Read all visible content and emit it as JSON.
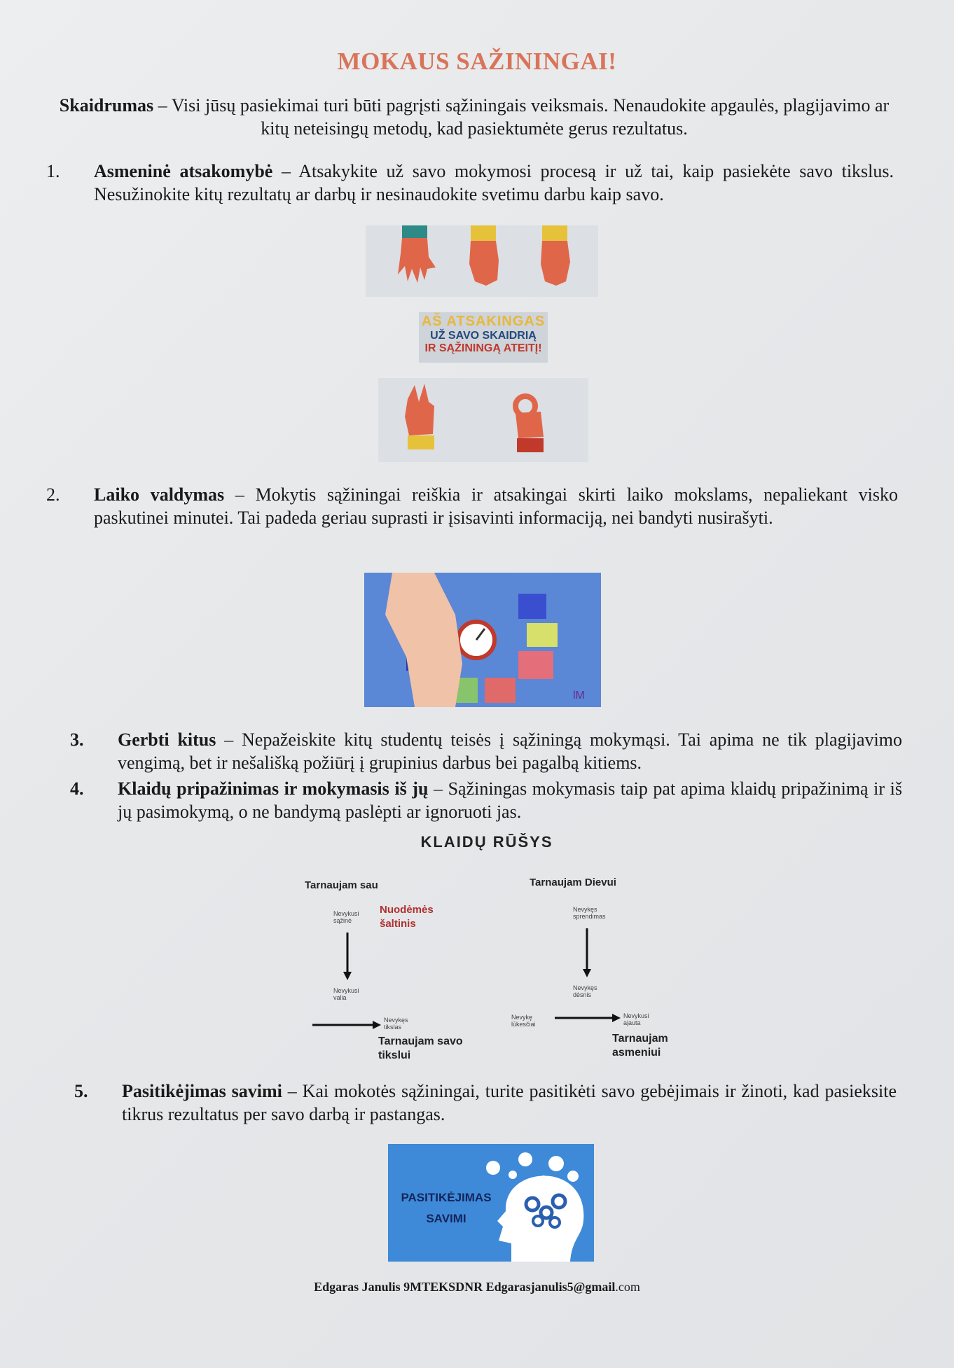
{
  "title": "MOKAUS SAŽININGAI!",
  "intro": {
    "term": "Skaidrumas",
    "text": " – Visi jūsų pasiekimai turi būti pagrįsti sąžiningais veiksmais. Nenaudokite apgaulės, plagijavimo ar kitų neteisingų metodų, kad pasiektumėte gerus rezultatus."
  },
  "items": [
    {
      "num": "1.",
      "term": "Asmeninė atsakomybė",
      "text": " – Atsakykite už savo mokymosi procesą ir už tai, kaip pasiekėte savo tikslus. Nesužinokite kitų rezultatų ar darbų ir nesinaudokite svetimu darbu kaip savo."
    },
    {
      "num": "2.",
      "term": "Laiko valdymas",
      "text": " – Mokytis sąžiningai reiškia ir atsakingai skirti laiko mokslams, nepaliekant visko paskutinei minutei. Tai padeda geriau suprasti ir įsisavinti informaciją, nei bandyti nusirašyti."
    },
    {
      "num": "3.",
      "term": "Gerbti kitus",
      "text": " – Nepažeiskite kitų studentų teisės į sąžiningą mokymąsi. Tai apima ne tik plagijavimo vengimą, bet ir nešališką požiūrį į grupinius darbus bei pagalbą kitiems."
    },
    {
      "num": "4.",
      "term": "Klaidų pripažinimas ir mokymasis iš jų",
      "text": " – Sąžiningas mokymasis taip pat apima klaidų pripažinimą ir iš jų pasimokymą, o ne bandymą paslėpti ar ignoruoti jas."
    },
    {
      "num": "5.",
      "term": "Pasitikėjimas savimi",
      "text": " – Kai mokotės sąžiningai, turite pasitikėti savo gebėjimais ir žinoti, kad pasieksite tikrus rezultatus per savo darbą ir pastangas."
    }
  ],
  "badge": {
    "line1": "AŠ ATSAKINGAS",
    "line2": "UŽ SAVO SKAIDRIĄ",
    "line3": "IR SĄŽININGĄ ATEITĮ!"
  },
  "diagram": {
    "title": "KLAIDŲ RŪŠYS",
    "left_title": "Tarnaujam sau",
    "right_title": "Tarnaujam Dievui",
    "left_top": "Nevykusi sąžinė",
    "left_red": "Nuodėmės šaltinis",
    "left_mid": "Nevykusi valia",
    "left_arrow_end": "Nevykęs tikslas",
    "left_bottom": "Tarnaujam savo tikslui",
    "right_top": "Nevykęs sprendimas",
    "right_mid": "Nevykęs dėsnis",
    "right_arrow_start": "Nevykę lūkesčiai",
    "right_arrow_end": "Nevykusi aįauta",
    "right_bottom": "Tarnaujam asmeniui"
  },
  "confidence_image": {
    "line1": "PASITIKĖJIMAS",
    "line2": "SAVIMI"
  },
  "footer": {
    "bold": "Edgaras Janulis 9MTEKSDNR Edgarasjanulis5@gmail",
    "light": ".com"
  },
  "colors": {
    "title": "#d9745a",
    "hand": "#e0664a",
    "sleeve_yellow": "#e6c23a",
    "sleeve_teal": "#2e8a86",
    "time_bg": "#5a87d6",
    "confidence_bg": "#3e8ad8"
  }
}
